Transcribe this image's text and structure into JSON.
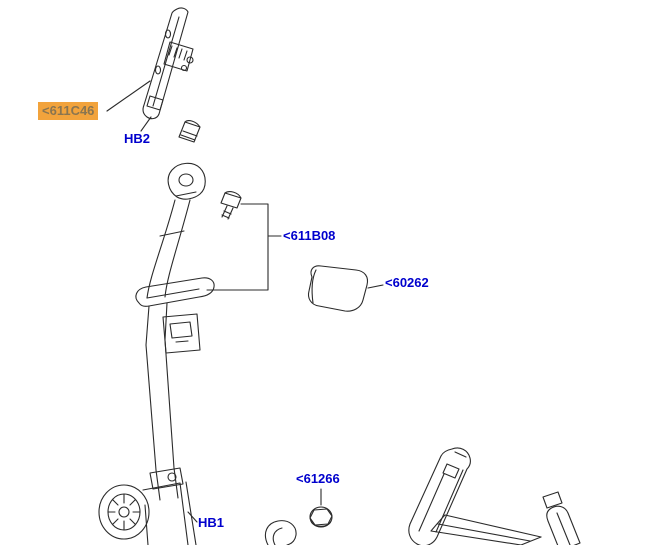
{
  "diagram": {
    "description": "Seat belt assembly exploded parts diagram",
    "labels": {
      "c611c46": "<611C46",
      "hb2": "HB2",
      "b611b08": "<611B08",
      "c60262": "<60262",
      "b61266": "<61266",
      "hb1": "HB1"
    }
  },
  "colors": {
    "label_blue": "#0000cd",
    "highlight_bg": "#f2a33c",
    "highlight_text": "#8a7550",
    "line": "#2b2b2b",
    "background": "#ffffff"
  }
}
